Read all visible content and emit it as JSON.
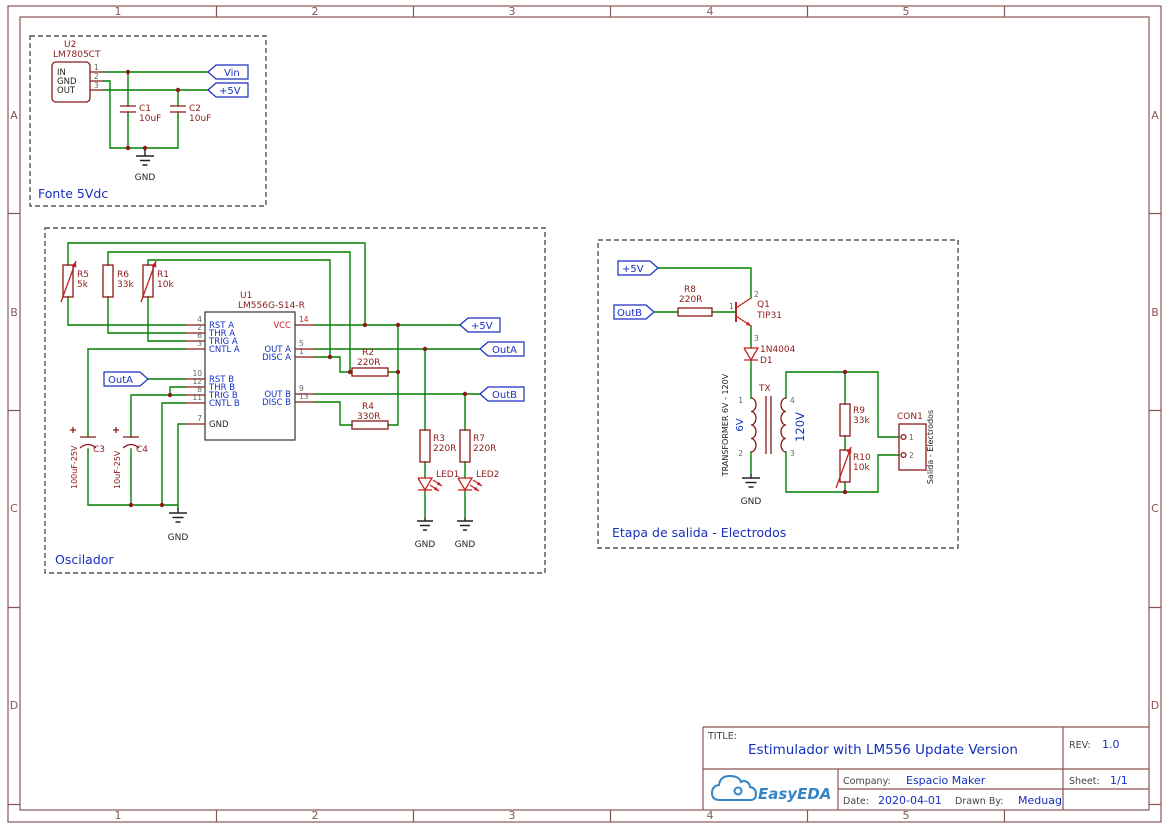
{
  "frame": {
    "cols": [
      "1",
      "2",
      "3",
      "4",
      "5"
    ],
    "rows": [
      "A",
      "B",
      "C",
      "D"
    ]
  },
  "fonte": {
    "label": "Fonte 5Vdc",
    "u2": {
      "ref": "U2",
      "value": "LM7805CT",
      "pin_in": "IN",
      "pin_gnd": "GND",
      "pin_out": "OUT",
      "n1": "1",
      "n2": "2",
      "n3": "3"
    },
    "c1_ref": "C1",
    "c1_val": "10uF",
    "c2_ref": "C2",
    "c2_val": "10uF",
    "port_vin": "Vin",
    "port_5v": "+5V",
    "gnd": "GND"
  },
  "osc": {
    "label": "Oscilador",
    "r5_ref": "R5",
    "r5_val": "5k",
    "r6_ref": "R6",
    "r6_val": "33k",
    "r1_ref": "R1",
    "r1_val": "10k",
    "r2_ref": "R2",
    "r2_val": "220R",
    "r4_ref": "R4",
    "r4_val": "330R",
    "r3_ref": "R3",
    "r3_val": "220R",
    "r7_ref": "R7",
    "r7_val": "220R",
    "c3_ref": "C3",
    "c3_val": "100uF-25V",
    "c4_ref": "C4",
    "c4_val": "10uF-25V",
    "led1": "LED1",
    "led2": "LED2",
    "u1_ref": "U1",
    "u1_val": "LM556G-S14-R",
    "u1_left": [
      {
        "n": "4",
        "name": "RST A"
      },
      {
        "n": "2",
        "name": "THR A"
      },
      {
        "n": "6",
        "name": "TRIG A"
      },
      {
        "n": "3",
        "name": "CNTL A"
      },
      {
        "n": "10",
        "name": "RST B"
      },
      {
        "n": "12",
        "name": "THR B"
      },
      {
        "n": "8",
        "name": "TRIG B"
      },
      {
        "n": "11",
        "name": "CNTL B"
      }
    ],
    "u1_gnd_n": "7",
    "u1_gnd": "GND",
    "u1_vcc_n": "14",
    "u1_vcc": "VCC",
    "u1_right": [
      {
        "n": "5",
        "name": "OUT A"
      },
      {
        "n": "1",
        "name": "DISC A"
      },
      {
        "n": "9",
        "name": "OUT B"
      },
      {
        "n": "13",
        "name": "DISC B"
      }
    ],
    "port_outa_in": "OutA",
    "port_5v": "+5V",
    "port_outa": "OutA",
    "port_outb": "OutB",
    "gnd": "GND"
  },
  "etapa": {
    "label": "Etapa de salida - Electrodos",
    "port_5v": "+5V",
    "port_outb": "OutB",
    "r8_ref": "R8",
    "r8_val": "220R",
    "q1_ref": "Q1",
    "q1_val": "TIP31",
    "q1_n1": "1",
    "q1_n2": "2",
    "q1_n3": "3",
    "d1_ref": "D1",
    "d1_val": "1N4004",
    "tx_ref": "TX",
    "tx_val": "TRANSFORMER 6V - 120V",
    "tx_prim": "6V",
    "tx_sec": "120V",
    "tx_n1": "1",
    "tx_n2": "2",
    "tx_n3": "3",
    "tx_n4": "4",
    "r9_ref": "R9",
    "r9_val": "33k",
    "r10_ref": "R10",
    "r10_val": "10k",
    "con_ref": "CON1",
    "con_val": "Salida - Electrodos",
    "con_n1": "1",
    "con_n2": "2",
    "gnd": "GND"
  },
  "titleblock": {
    "title_label": "TITLE:",
    "title": "Estimulador with LM556 Update Version",
    "rev_label": "REV:",
    "rev": "1.0",
    "company_label": "Company:",
    "company": "Espacio Maker",
    "sheet_label": "Sheet:",
    "sheet": "1/1",
    "date_label": "Date:",
    "date": "2020-04-01",
    "drawn_label": "Drawn By:",
    "drawn": "Meduag",
    "logo": "EasyEDA"
  }
}
